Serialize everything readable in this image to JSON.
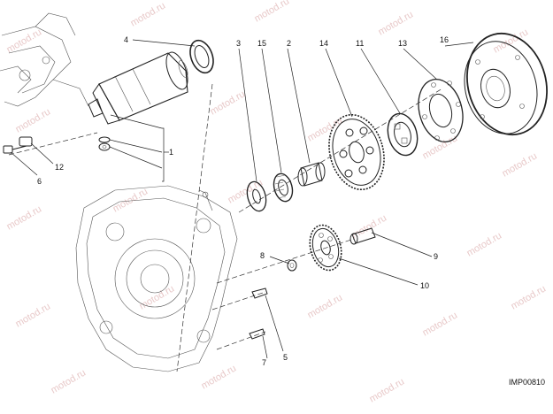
{
  "watermark": "motod.ru",
  "code": "IMP00810",
  "callouts": [
    {
      "id": "c1",
      "text": "1"
    },
    {
      "id": "c2",
      "text": "2"
    },
    {
      "id": "c3",
      "text": "3"
    },
    {
      "id": "c4",
      "text": "4"
    },
    {
      "id": "c5",
      "text": "5"
    },
    {
      "id": "c6",
      "text": "6"
    },
    {
      "id": "c7",
      "text": "7"
    },
    {
      "id": "c8",
      "text": "8"
    },
    {
      "id": "c9",
      "text": "9"
    },
    {
      "id": "c10",
      "text": "10"
    },
    {
      "id": "c11",
      "text": "11"
    },
    {
      "id": "c12",
      "text": "12"
    },
    {
      "id": "c13",
      "text": "13"
    },
    {
      "id": "c14",
      "text": "14"
    },
    {
      "id": "c15",
      "text": "15"
    },
    {
      "id": "c16",
      "text": "16"
    }
  ]
}
